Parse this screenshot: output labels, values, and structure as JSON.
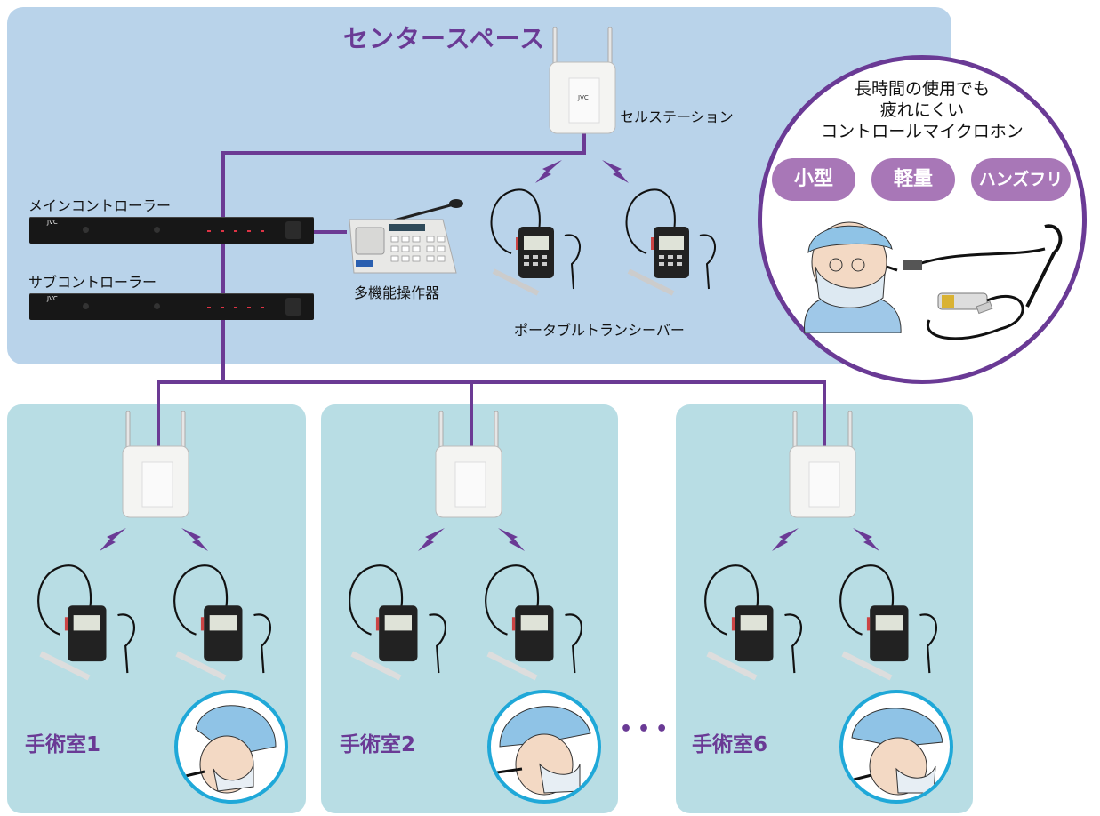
{
  "center": {
    "title": "センタースペース",
    "cell_station_label": "セルステーション",
    "main_controller_label": "メインコントローラー",
    "sub_controller_label": "サブコントローラー",
    "operator_label": "多機能操作器",
    "transceiver_label": "ポータブルトランシーバー"
  },
  "feature": {
    "lines": [
      "長時間の使用でも",
      "疲れにくい",
      "コントロールマイクロホン"
    ],
    "badges": [
      "小型",
      "軽量",
      "ハンズフリー"
    ]
  },
  "rooms": [
    {
      "label": "手術室1"
    },
    {
      "label": "手術室2"
    },
    {
      "label": "手術室6"
    }
  ],
  "ellipsis": "•••",
  "brand": "JVC",
  "colors": {
    "center_bg": "#b9d3ea",
    "room_bg": "#b8dde4",
    "accent_purple": "#6a3a95",
    "badge_purple": "#a877b7",
    "face_ring": "#1fa8d8"
  },
  "icons": [
    "cell-station-icon",
    "radio-wave-icon",
    "transceiver-icon",
    "controller-icon",
    "operator-console-icon",
    "surgeon-face-icon",
    "microphone-headset-icon"
  ]
}
